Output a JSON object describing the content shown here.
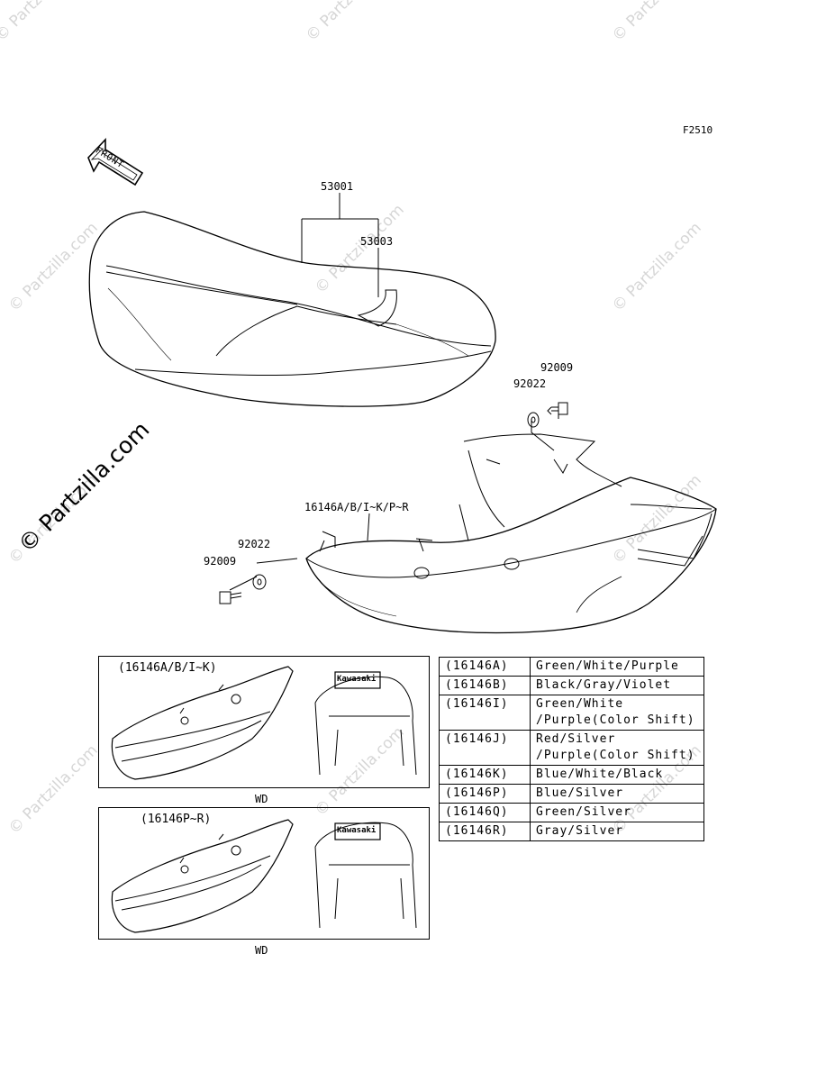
{
  "figure_id": "F2510",
  "front_label": "FRONT",
  "watermark": "© Partzilla.com",
  "callouts": {
    "seat": "53001",
    "seat_strap": "53003",
    "bolt_right": "92009",
    "washer_right": "92022",
    "cover": "16146A/B/I~K/P~R",
    "washer_left": "92022",
    "bolt_left": "92009"
  },
  "insets": [
    {
      "title": "(16146A/B/I~K)",
      "caption": "WD",
      "emblem": "Kawasaki"
    },
    {
      "title": "(16146P~R)",
      "caption": "WD",
      "emblem": "Kawasaki"
    }
  ],
  "color_table": [
    {
      "code": "(16146A)",
      "color": "Green/White/Purple"
    },
    {
      "code": "(16146B)",
      "color": "Black/Gray/Violet"
    },
    {
      "code": "(16146I)",
      "color": "Green/White\n/Purple(Color Shift)"
    },
    {
      "code": "(16146J)",
      "color": "Red/Silver\n/Purple(Color Shift)"
    },
    {
      "code": "(16146K)",
      "color": "Blue/White/Black"
    },
    {
      "code": "(16146P)",
      "color": "Blue/Silver"
    },
    {
      "code": "(16146Q)",
      "color": "Green/Silver"
    },
    {
      "code": "(16146R)",
      "color": "Gray/Silver"
    }
  ]
}
